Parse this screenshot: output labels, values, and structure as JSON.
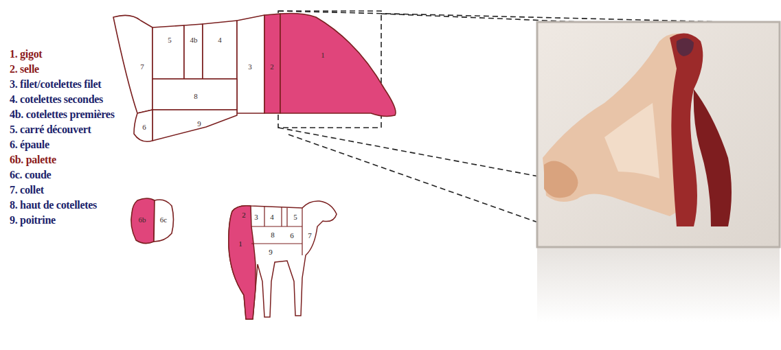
{
  "diagram": {
    "nodes": [
      {
        "text": [
          "7"
        ]
      },
      {
        "text": [
          "5"
        ]
      },
      {
        "text": [
          "4b"
        ]
      },
      {
        "text": [
          "4"
        ]
      },
      {
        "text": [
          "3"
        ]
      },
      {
        "text": [
          "2"
        ]
      },
      {
        "text": [
          "1"
        ]
      },
      {
        "text": [
          "8"
        ]
      },
      {
        "text": [
          "9"
        ]
      },
      {
        "text": [
          "6"
        ]
      },
      {
        "text": [
          "6b"
        ]
      },
      {
        "text": [
          "6c"
        ]
      }
    ],
    "labels": [
      "1. gigot",
      "2. selle",
      "3. filet/cotelettes filet",
      "4. cotelettes secondes",
      "4b. cotelettes premières",
      "5. carré découvert",
      "6. épaule",
      "6b. palette",
      "6c. coude",
      "7. collet",
      "8. haut de cotelletes",
      "9. poitrine",
      "1",
      "2",
      "3",
      "4",
      "5",
      "6",
      "7",
      "8",
      "9"
    ]
  }
}
